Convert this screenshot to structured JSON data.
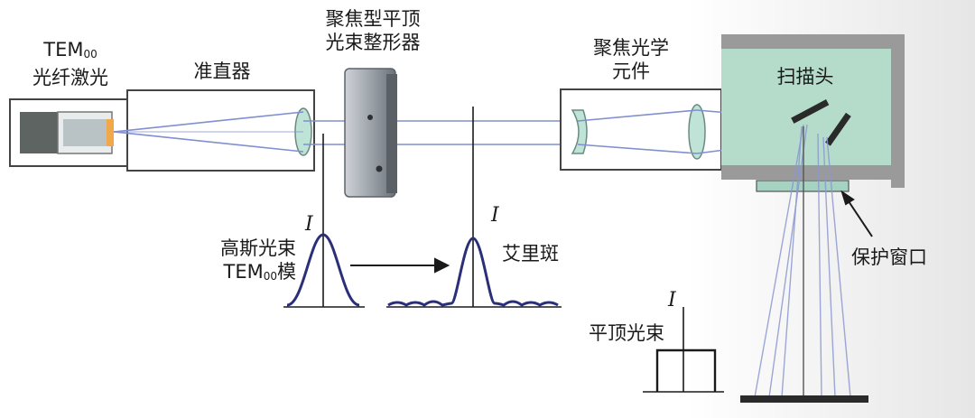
{
  "labels": {
    "laser_line1": "TEM",
    "laser_sub": "00",
    "laser_line2": "光纤激光",
    "collimator": "准直器",
    "shaper_line1": "聚焦型平顶",
    "shaper_line2": "光束整形器",
    "focus_line1": "聚焦光学",
    "focus_line2": "元件",
    "scan_head": "扫描头",
    "protect_window": "保护窗口",
    "gauss_line1": "高斯光束",
    "gauss_line2_pre": "TEM",
    "gauss_sub": "00",
    "gauss_line2_post": "模",
    "airy": "艾里斑",
    "flat_top": "平顶光束",
    "intensity_symbol": "I"
  },
  "colors": {
    "beam": "#7f8fd0",
    "profile": "#2b2f78",
    "box_stroke": "#444444",
    "scan_fill": "#b5dccb",
    "frame_gray": "#9a9a9a",
    "lens_fill": "#bfe3d6"
  }
}
